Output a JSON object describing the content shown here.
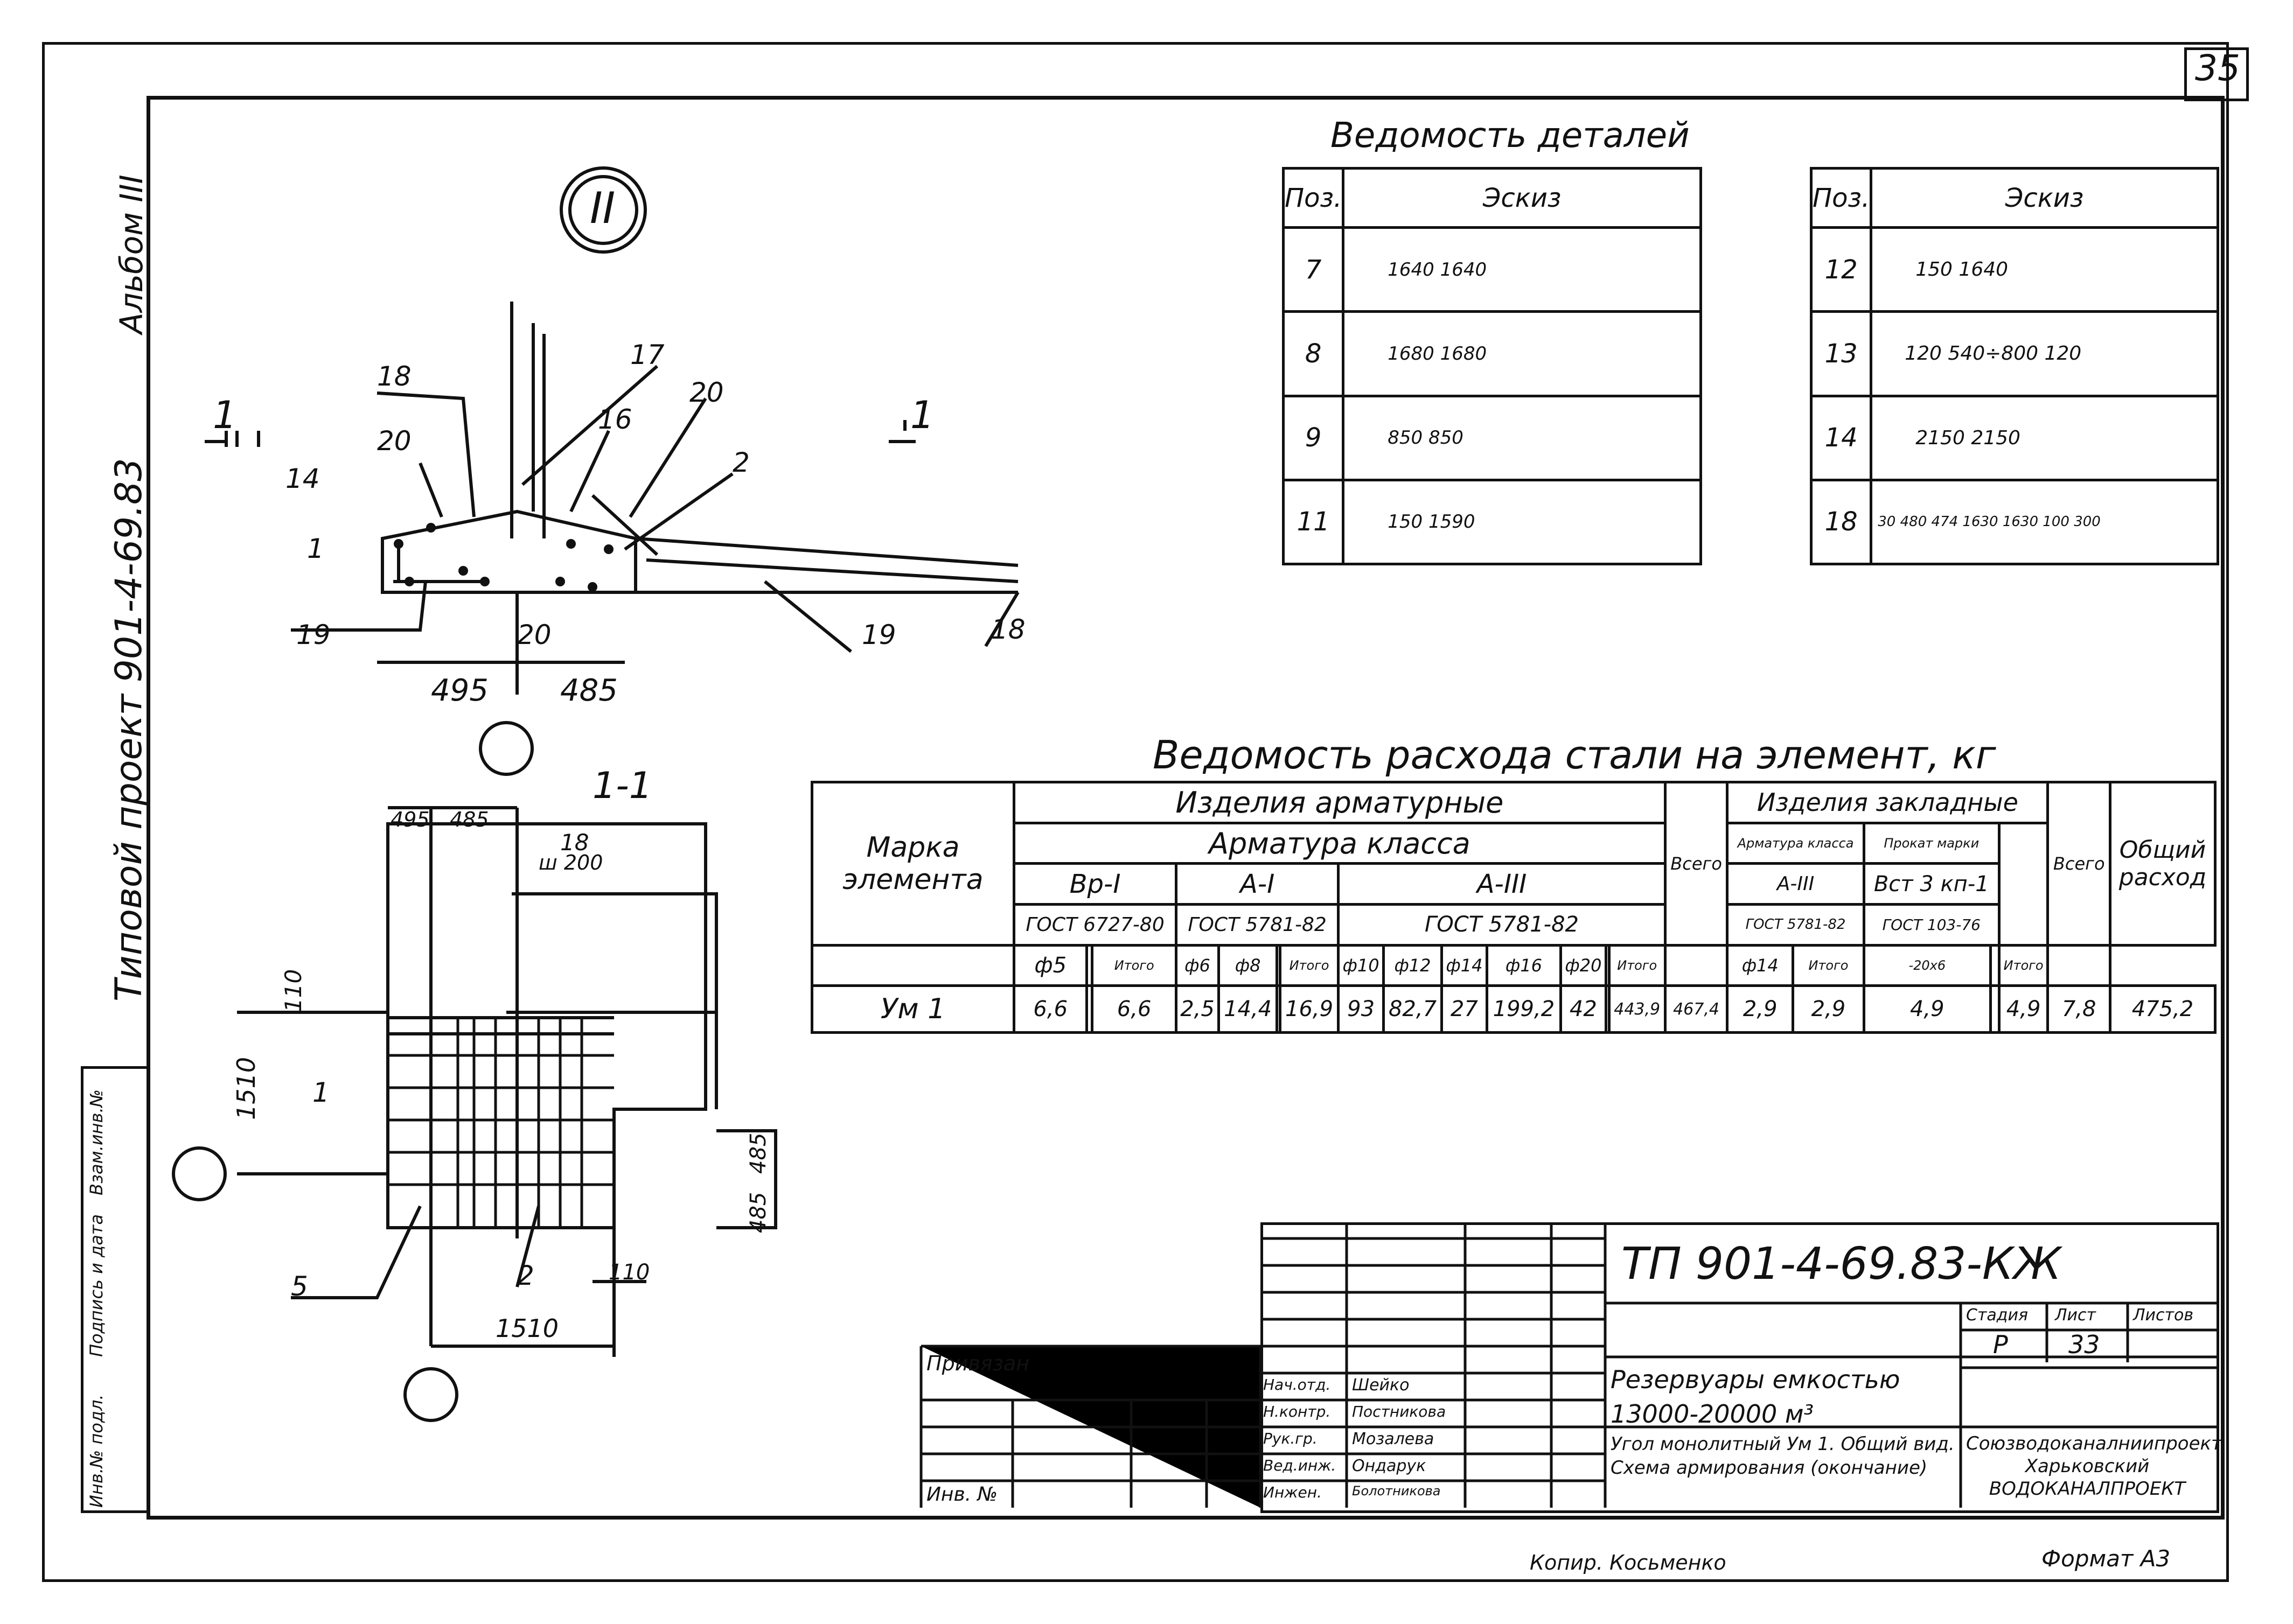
{
  "sheet_number": "35",
  "side_strip": {
    "album": "Альбом III",
    "project": "Типовой проект 901-4-69.83",
    "stamp_cells": [
      "Инв.№ подл.",
      "Подпись и дата",
      "Взам.инв.№"
    ]
  },
  "drawing": {
    "node_mark": "II",
    "section_marks": [
      "1",
      "1"
    ],
    "section_title": "1-1",
    "callouts": [
      "18",
      "17",
      "20",
      "16",
      "2",
      "20",
      "14",
      "1",
      "19",
      "20",
      "19",
      "18"
    ],
    "dims_top": [
      "495",
      "485"
    ],
    "plan_dims": [
      "495",
      "485",
      "18",
      "ш 200",
      "110",
      "1510",
      "1510",
      "110",
      "485",
      "485"
    ],
    "plan_callouts": [
      "1",
      "5",
      "2"
    ]
  },
  "details_table": {
    "title": "Ведомость деталей",
    "header": {
      "pos": "Поз.",
      "sketch": "Эскиз"
    },
    "left_rows": [
      {
        "pos": "7",
        "a": "1640",
        "b": "1640"
      },
      {
        "pos": "8",
        "a": "1680",
        "b": "1680"
      },
      {
        "pos": "9",
        "a": "850",
        "b": "850"
      },
      {
        "pos": "11",
        "a": "150",
        "b": "1590"
      }
    ],
    "right_rows": [
      {
        "pos": "12",
        "a": "150",
        "b": "1640"
      },
      {
        "pos": "13",
        "a": "120",
        "b": "540÷800",
        "c": "120"
      },
      {
        "pos": "14",
        "a": "2150",
        "b": "2150"
      },
      {
        "pos": "18",
        "dims": [
          "30",
          "480",
          "474",
          "1630",
          "1630",
          "100",
          "300"
        ]
      }
    ]
  },
  "steel_table": {
    "title": "Ведомость расхода стали на элемент, кг",
    "col_mark": "Марка элемента",
    "group_rebar": "Изделия арматурные",
    "group_embedded": "Изделия закладные",
    "rebar_class": "Арматура класса",
    "classes": [
      "Вр-I",
      "А-I",
      "А-III"
    ],
    "standards": [
      "ГОСТ 6727-80",
      "ГОСТ 5781-82",
      "ГОСТ 5781-82"
    ],
    "emb_sub": [
      "Арматура класса",
      "Прокат марки"
    ],
    "emb_classes": [
      "А-III",
      "Вст 3 кп-1"
    ],
    "emb_standards": [
      "ГОСТ 5781-82",
      "ГОСТ 103-76"
    ],
    "total": "Всего",
    "total_emb": "Всего",
    "overall": "Общий расход",
    "diam": [
      "ф5",
      "",
      "Итого",
      "ф6",
      "ф8",
      "",
      "Итого",
      "ф10",
      "ф12",
      "ф14",
      "ф16",
      "ф20",
      "",
      "Итого",
      "",
      "ф14",
      "Итого",
      "-20х6",
      "",
      "Итого"
    ],
    "row": {
      "mark": "Ум 1",
      "values": [
        "6,6",
        "",
        "6,6",
        "2,5",
        "14,4",
        "",
        "16,9",
        "93",
        "82,7",
        "27",
        "199,2",
        "42",
        "",
        "443,9",
        "467,4",
        "2,9",
        "2,9",
        "4,9",
        "",
        "4,9",
        "7,8",
        "475,2"
      ]
    }
  },
  "title_block": {
    "code": "ТП 901-4-69.83-КЖ",
    "privyazan": "Привязан",
    "inv": "Инв. №",
    "roles": [
      "Нач.отд.",
      "Н.контр.",
      "Рук.гр.",
      "Вед.инж.",
      "Инжен."
    ],
    "names": [
      "Шейко",
      "Постникова",
      "Мозалева",
      "Ондарук",
      "Болотникова"
    ],
    "object": "Резервуары емкостью 13000-20000 м³",
    "sheet_title": "Угол монолитный Ум 1. Общий вид. Схема армирования (окончание)",
    "stage_h": "Стадия",
    "sheet_h": "Лист",
    "sheets_h": "Листов",
    "stage": "Р",
    "sheet": "33",
    "org": "Союзводоканалниипроект Харьковский ВОДОКАНАЛПРОЕКТ"
  },
  "footer": {
    "copied": "Копир. Косьменко",
    "format": "Формат А3"
  }
}
